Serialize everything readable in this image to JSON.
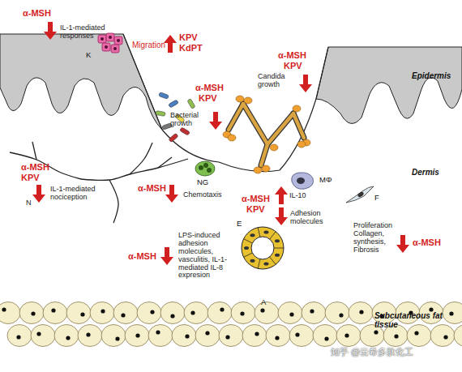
{
  "diagram": {
    "nodes": [
      {
        "text": [
          "K"
        ]
      },
      {
        "text": [
          "NG"
        ]
      },
      {
        "text": [
          "MΦ"
        ]
      },
      {
        "text": [
          "F"
        ]
      },
      {
        "text": [
          "E"
        ]
      },
      {
        "text": [
          "A"
        ]
      }
    ],
    "labels": [
      "α-MSH",
      "IL-1-mediated responses",
      "Migration",
      "KPV",
      "KdPT",
      "α-MSH",
      "KPV",
      "Candida growth",
      "Epidermis",
      "α-MSH",
      "KPV",
      "Bacterial growth",
      "α-MSH",
      "KPV",
      "IL-1-mediated nociception",
      "N",
      "α-MSH",
      "Chemotaxis",
      "α-MSH",
      "KPV",
      "IL-10",
      "Adhesion molecules",
      "Dermis",
      "Proliferation Collagen, synthesis, Fibrosis",
      "α-MSH",
      "α-MSH",
      "LPS-induced adhesion molecules, vasculitis, IL-1-mediated IL-8 expresion",
      "Subcutaneous fat tissue",
      "知乎 @云希多肽化工"
    ]
  }
}
